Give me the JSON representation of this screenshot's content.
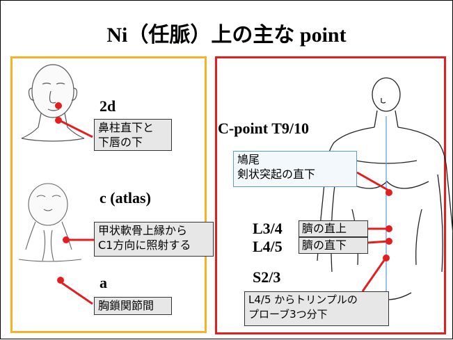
{
  "title": "Ni（任脈）上の主な point",
  "colors": {
    "left_frame": "#f5b324",
    "right_frame": "#e41e1e",
    "marker": "#e41e1e",
    "callout_gray": "#e7e7e7",
    "callout_blue_border": "#5b9bd5"
  },
  "left_panel": {
    "point_2d": {
      "label": "2d",
      "callout": "鼻柱直下と\n下唇の下"
    },
    "point_c": {
      "label": "c (atlas)",
      "callout": "甲状軟骨上縁から\nC1方向に照射する"
    },
    "point_a": {
      "label": "a",
      "callout": "胸鎖関節間"
    }
  },
  "right_panel": {
    "c_point": {
      "label": "C-point  T9/10",
      "callout": "鳩尾\n剣状突起の直下"
    },
    "l3_4": {
      "label": "L3/4",
      "callout": "臍の直上"
    },
    "l4_5": {
      "label": "L4/5",
      "callout": "臍の直下"
    },
    "s2_3": {
      "label": "S2/3",
      "callout": "L4/5 からトリンプルの\nプローブ3つ分下"
    }
  }
}
